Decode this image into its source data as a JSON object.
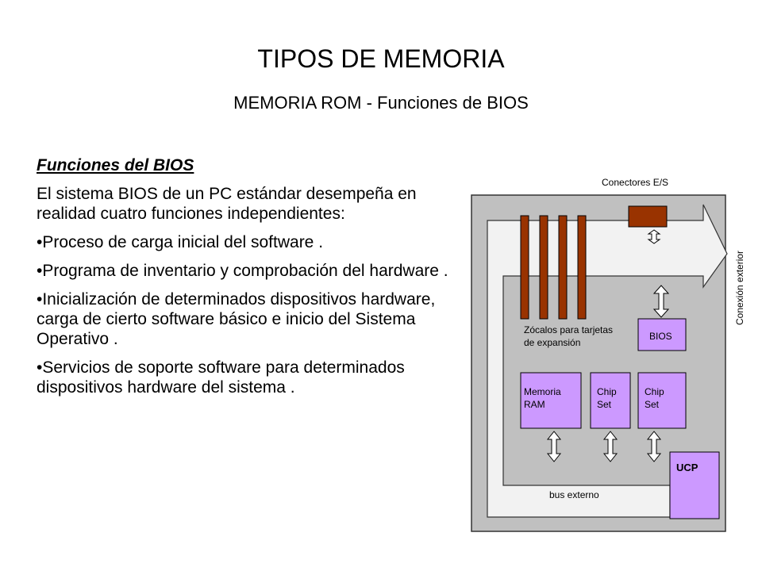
{
  "header": {
    "title": "TIPOS DE MEMORIA",
    "subtitle": "MEMORIA ROM - Funciones de BIOS"
  },
  "content": {
    "heading": "Funciones del BIOS",
    "intro": "El sistema BIOS de un PC estándar desempeña en realidad cuatro funciones independientes:",
    "bullets": [
      "•Proceso de carga inicial del software .",
      "•Programa de inventario y comprobación del hardware .",
      "•Inicialización de determinados dispositivos hardware, carga de cierto software básico e inicio del Sistema Operativo .",
      "•Servicios de soporte software para determinados dispositivos hardware del sistema ."
    ]
  },
  "diagram": {
    "connectors_label": "Conectores E/S",
    "exterior_label": "Conexión exterior",
    "slots_label_line1": "Zócalos para tarjetas",
    "slots_label_line2": "de expansión",
    "bios_label": "BIOS",
    "ram_label_line1": "Memoria",
    "ram_label_line2": "RAM",
    "chipset1_line1": "Chip",
    "chipset1_line2": "Set",
    "chipset2_line1": "Chip",
    "chipset2_line2": "Set",
    "bus_label": "bus externo",
    "cpu_label": "UCP",
    "colors": {
      "board": "#c0c0c0",
      "bus": "#f2f2f2",
      "chip": "#cc99ff",
      "slot": "#993300",
      "connector": "#993300"
    }
  }
}
